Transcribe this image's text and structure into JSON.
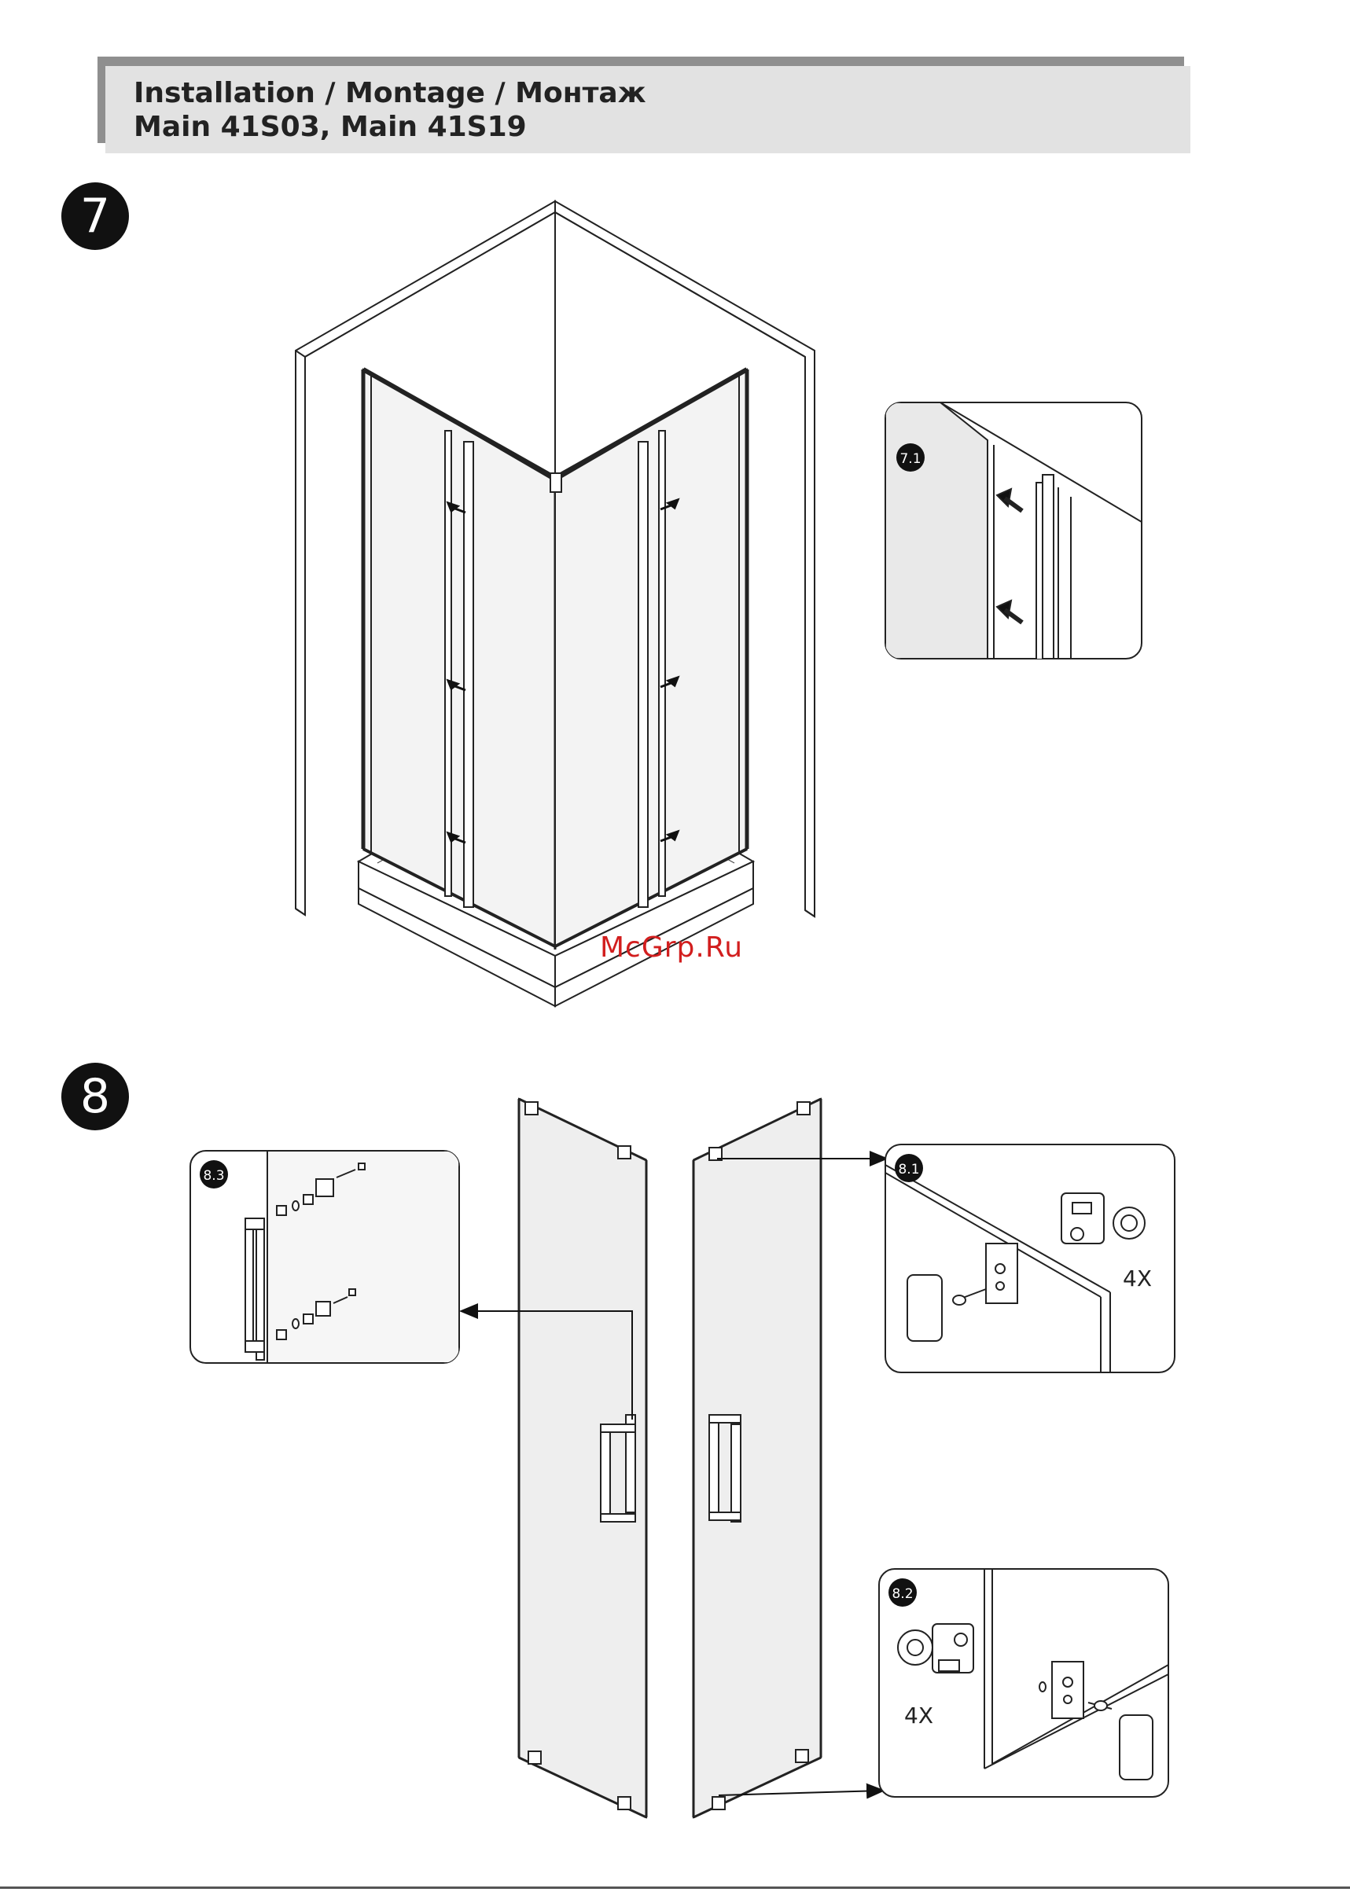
{
  "header": {
    "title_line1": "Installation / Montage / Монтаж",
    "title_line2": "Main 41S03, Main 41S19"
  },
  "steps": [
    {
      "number": "7",
      "details": [
        {
          "label": "7.1"
        }
      ]
    },
    {
      "number": "8",
      "details": [
        {
          "label": "8.1",
          "count": "4X"
        },
        {
          "label": "8.2",
          "count": "4X"
        },
        {
          "label": "8.3"
        }
      ]
    }
  ],
  "watermark": "McGrp.Ru"
}
